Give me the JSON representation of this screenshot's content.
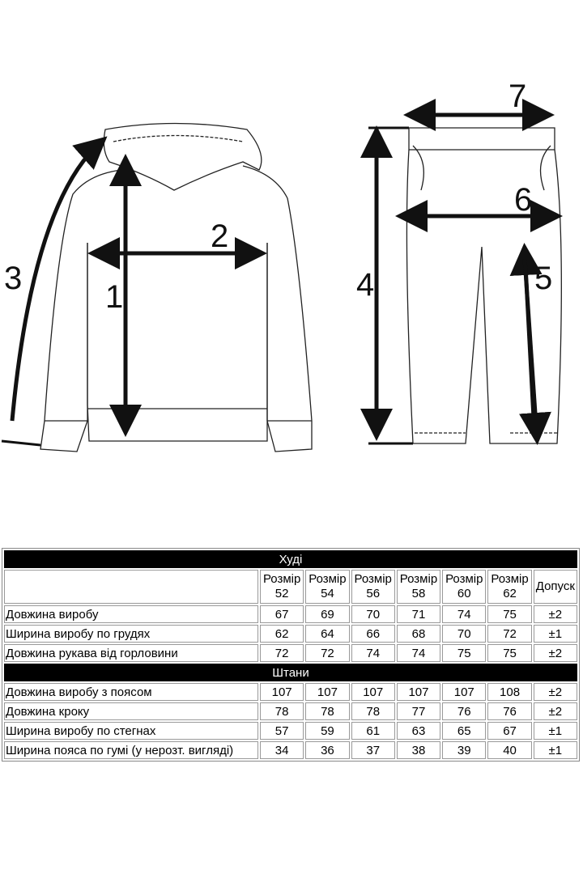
{
  "diagram": {
    "hoodie_labels": [
      "1",
      "2",
      "3"
    ],
    "pants_labels": [
      "4",
      "5",
      "6",
      "7"
    ]
  },
  "table": {
    "sections": [
      {
        "title": "Худі",
        "rows": [
          {
            "label": "Довжина виробу",
            "values": [
              "67",
              "69",
              "70",
              "71",
              "74",
              "75"
            ],
            "tolerance": "±2"
          },
          {
            "label": "Ширина виробу по грудях",
            "values": [
              "62",
              "64",
              "66",
              "68",
              "70",
              "72"
            ],
            "tolerance": "±1"
          },
          {
            "label": "Довжина рукава від горловини",
            "values": [
              "72",
              "72",
              "74",
              "74",
              "75",
              "75"
            ],
            "tolerance": "±2"
          }
        ]
      },
      {
        "title": "Штани",
        "rows": [
          {
            "label": "Довжина виробу з поясом",
            "values": [
              "107",
              "107",
              "107",
              "107",
              "107",
              "108"
            ],
            "tolerance": "±2"
          },
          {
            "label": "Довжина кроку",
            "values": [
              "78",
              "78",
              "78",
              "77",
              "76",
              "76"
            ],
            "tolerance": "±2"
          },
          {
            "label": "Ширина виробу по стегнах",
            "values": [
              "57",
              "59",
              "61",
              "63",
              "65",
              "67"
            ],
            "tolerance": "±1"
          },
          {
            "label": "Ширина пояса по гумі (у нерозт. вигляді)",
            "values": [
              "34",
              "36",
              "37",
              "38",
              "39",
              "40"
            ],
            "tolerance": "±1"
          }
        ]
      }
    ],
    "size_word": "Розмір",
    "sizes": [
      "52",
      "54",
      "56",
      "58",
      "60",
      "62"
    ],
    "tolerance_header": "Допуск"
  }
}
